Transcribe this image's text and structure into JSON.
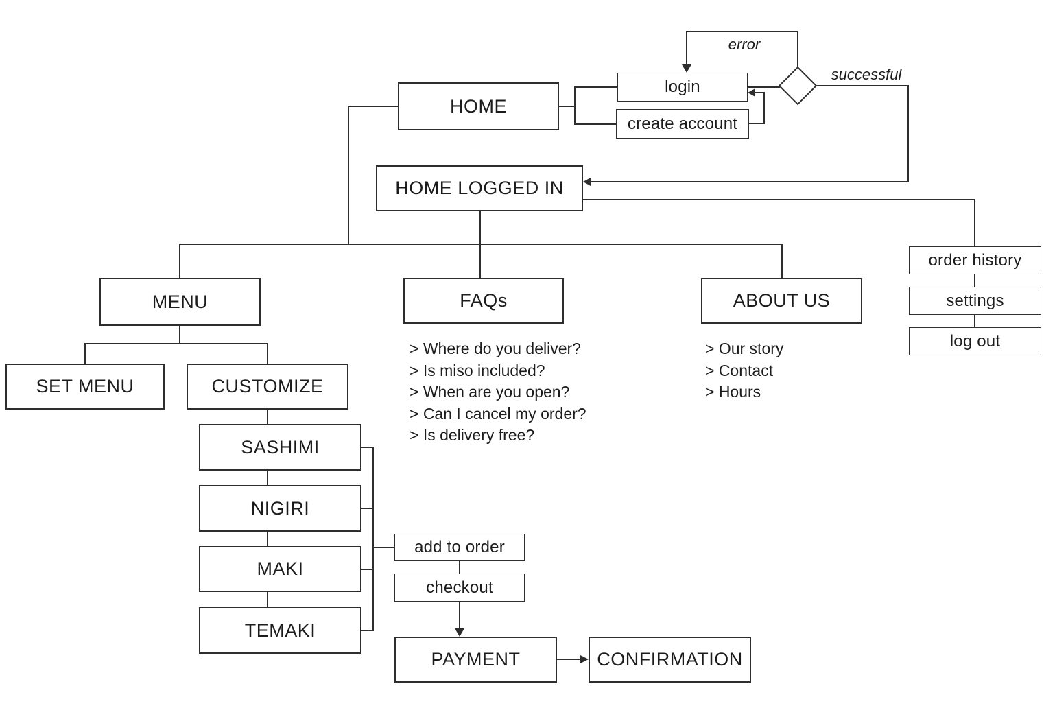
{
  "nodes": {
    "home": "HOME",
    "login": "login",
    "create_account": "create account",
    "home_logged_in": "HOME LOGGED IN",
    "order_history": "order history",
    "settings": "settings",
    "log_out": "log out",
    "menu": "MENU",
    "faqs": "FAQs",
    "about_us": "ABOUT US",
    "set_menu": "SET MENU",
    "customize": "CUSTOMIZE",
    "sashimi": "SASHIMI",
    "nigiri": "NIGIRI",
    "maki": "MAKI",
    "temaki": "TEMAKI",
    "add_to_order": "add to order",
    "checkout": "checkout",
    "payment": "PAYMENT",
    "confirmation": "CONFIRMATION"
  },
  "edge_labels": {
    "error": "error",
    "successful": "successful"
  },
  "faq": {
    "items": [
      "> Where do you deliver?",
      "> Is miso included?",
      "> When are you open?",
      "> Can I cancel my order?",
      "> Is delivery free?"
    ]
  },
  "about": {
    "items": [
      "> Our story",
      "> Contact",
      "> Hours"
    ]
  },
  "colors": {
    "line": "#2e2e2e",
    "box_border": "#2e2e2e",
    "text": "#1c1c1c",
    "background": "#ffffff"
  }
}
